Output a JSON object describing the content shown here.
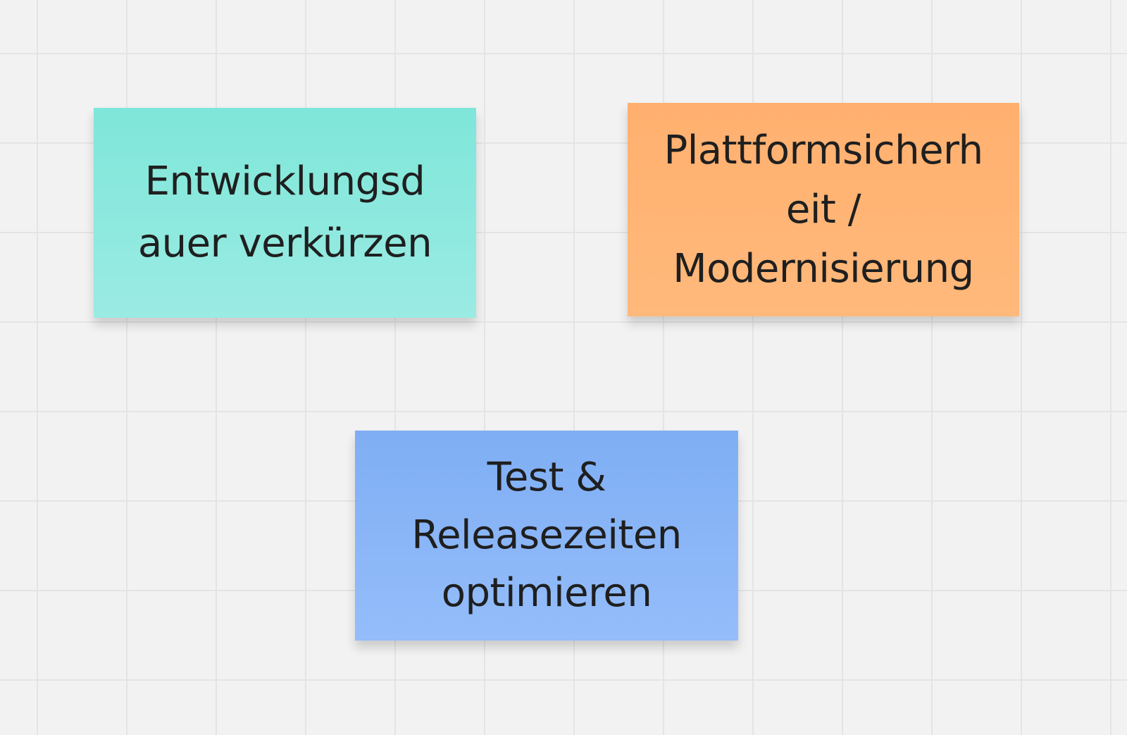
{
  "board": {
    "notes": [
      {
        "text": "Entwicklungsd\nauer verkürzen",
        "color_top": "#7fe6d9",
        "color_bottom": "#9aebe3"
      },
      {
        "text": "Plattformsicherh\neit /\nModernisierung",
        "color_top": "#ffb06f",
        "color_bottom": "#ffb97b"
      },
      {
        "text": "Test &\nReleasezeiten\noptimieren",
        "color_top": "#7faef4",
        "color_bottom": "#94bdfa"
      }
    ]
  }
}
